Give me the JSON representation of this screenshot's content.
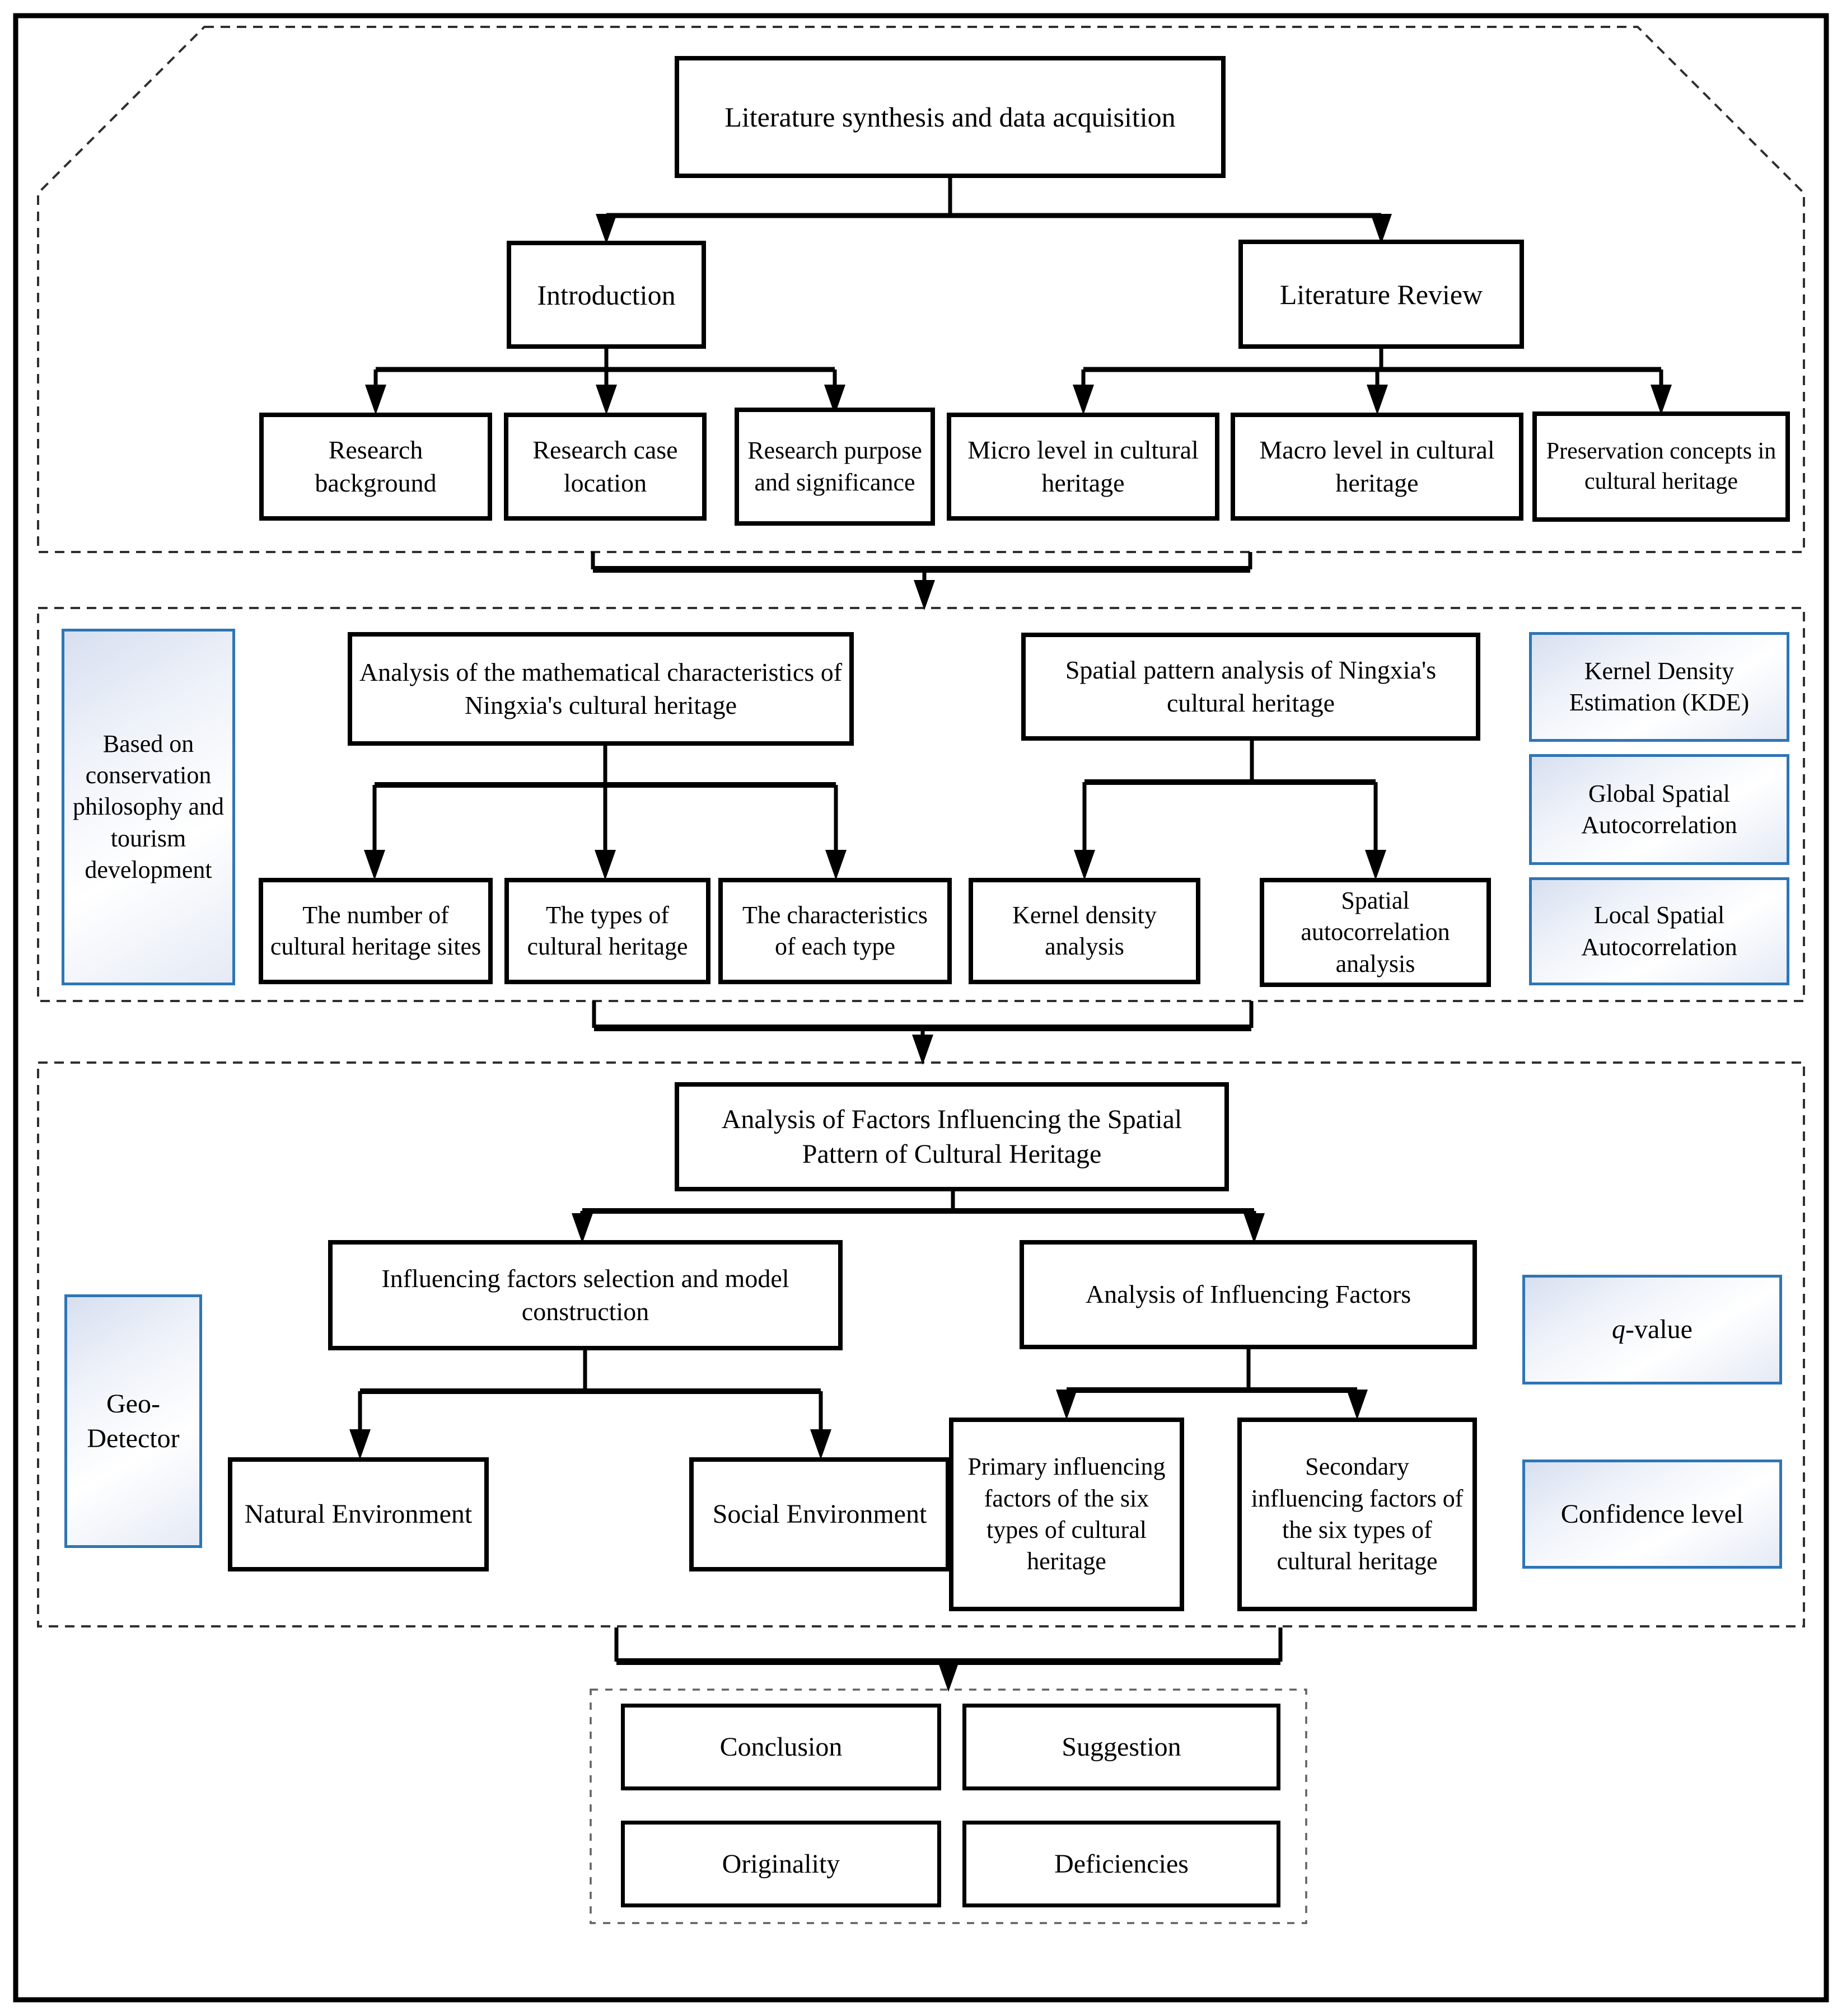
{
  "diagram": {
    "colors": {
      "accent_blue": "#2E75B6",
      "line_black": "#000000"
    },
    "section1": {
      "lit_synth": "Literature synthesis and data acquisition",
      "introduction": "Introduction",
      "lit_review": "Literature Review",
      "research_background": "Research background",
      "research_case": "Research case location",
      "research_purpose": "Research purpose and significance",
      "micro": "Micro level in cultural heritage",
      "macro": "Macro level in cultural heritage",
      "preservation": "Preservation concepts in cultural heritage"
    },
    "section2": {
      "based": "Based on conservation philosophy and tourism development",
      "math": "Analysis of the mathematical characteristics of Ningxia's cultural heritage",
      "spatial": "Spatial pattern analysis of Ningxia's cultural heritage",
      "kde": "Kernel Density Estimation (KDE)",
      "global_auto": "Global Spatial Autocorrelation",
      "local_auto": "Local Spatial Autocorrelation",
      "num_sites": "The number of cultural heritage sites",
      "types": "The types of cultural heritage",
      "characteristics": "The characteristics of each type",
      "kernel_analysis": "Kernel density analysis",
      "spatial_analysis": "Spatial autocorrelation analysis"
    },
    "section3": {
      "factors": "Analysis of Factors Influencing the Spatial Pattern of Cultural Heritage",
      "geo": "Geo-\nDetector",
      "selection": "Influencing factors selection and model construction",
      "analysis": "Analysis of Influencing Factors",
      "natural": "Natural Environment",
      "social": "Social Environment",
      "primary": "Primary influencing factors of the six types of cultural heritage",
      "secondary": "Secondary influencing factors of the six types of cultural heritage",
      "q_italic": "q",
      "q_rest": "-value",
      "confidence": "Confidence level"
    },
    "section4": {
      "conclusion": "Conclusion",
      "suggestion": "Suggestion",
      "originality": "Originality",
      "deficiencies": "Deficiencies"
    }
  }
}
